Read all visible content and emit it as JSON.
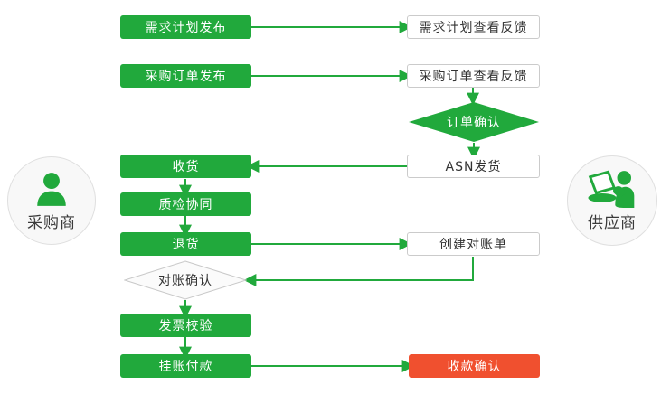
{
  "colors": {
    "green": "#21A93C",
    "red": "#F0502F",
    "white_box_border": "#CBCBCB",
    "gray_diamond_border": "#C9C9C9",
    "text_dark": "#333333",
    "actor_circle_bg": "#F8F8F8"
  },
  "actors": {
    "buyer": {
      "label": "采购商",
      "icon": "person-icon"
    },
    "supplier": {
      "label": "供应商",
      "icon": "person-laptop-icon"
    }
  },
  "nodes": {
    "demand_plan_release": "需求计划发布",
    "demand_plan_feedback": "需求计划查看反馈",
    "po_release": "采购订单发布",
    "po_feedback": "采购订单查看反馈",
    "order_confirm": "订单确认",
    "asn_ship": "ASN发货",
    "receive": "收货",
    "quality_collab": "质检协同",
    "returns": "退货",
    "create_statement": "创建对账单",
    "statement_confirm": "对账确认",
    "invoice_check": "发票校验",
    "payment_on_account": "挂账付款",
    "payment_confirm": "收款确认"
  },
  "edges": [
    {
      "from": "demand_plan_release",
      "to": "demand_plan_feedback"
    },
    {
      "from": "po_release",
      "to": "po_feedback"
    },
    {
      "from": "po_feedback",
      "to": "order_confirm"
    },
    {
      "from": "order_confirm",
      "to": "asn_ship"
    },
    {
      "from": "asn_ship",
      "to": "receive"
    },
    {
      "from": "receive",
      "to": "quality_collab"
    },
    {
      "from": "quality_collab",
      "to": "returns"
    },
    {
      "from": "returns",
      "to": "create_statement"
    },
    {
      "from": "create_statement",
      "to": "statement_confirm"
    },
    {
      "from": "statement_confirm",
      "to": "invoice_check"
    },
    {
      "from": "invoice_check",
      "to": "payment_on_account"
    },
    {
      "from": "payment_on_account",
      "to": "payment_confirm"
    }
  ]
}
